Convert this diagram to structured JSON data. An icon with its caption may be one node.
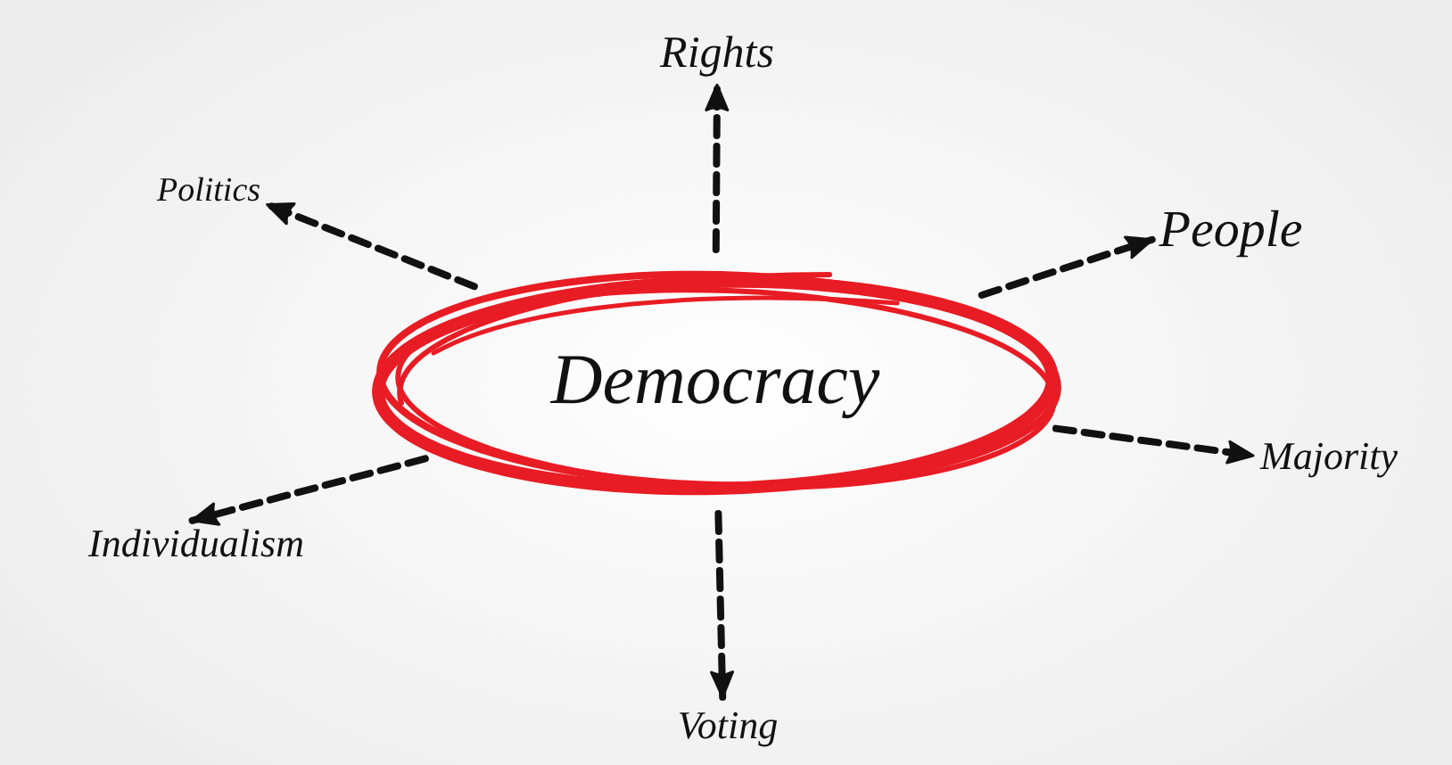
{
  "diagram": {
    "nodes": [
      {
        "text": [
          "Rights"
        ]
      },
      {
        "text": [
          "Politics"
        ]
      },
      {
        "text": [
          "People"
        ]
      },
      {
        "text": [
          "Democracy"
        ]
      },
      {
        "text": [
          "Majority"
        ]
      },
      {
        "text": [
          "Individualism"
        ]
      },
      {
        "text": [
          "Voting"
        ]
      }
    ],
    "edges": [
      {
        "from": 3,
        "to": 0,
        "arrow": "to",
        "style": "dashed"
      },
      {
        "from": 3,
        "to": 1,
        "arrow": "to",
        "style": "dashed"
      },
      {
        "from": 3,
        "to": 2,
        "arrow": "to",
        "style": "dashed"
      },
      {
        "from": 3,
        "to": 4,
        "arrow": "to",
        "style": "dashed"
      },
      {
        "from": 3,
        "to": 5,
        "arrow": "to",
        "style": "dashed"
      },
      {
        "from": 3,
        "to": 6,
        "arrow": "to",
        "style": "dashed"
      }
    ]
  }
}
